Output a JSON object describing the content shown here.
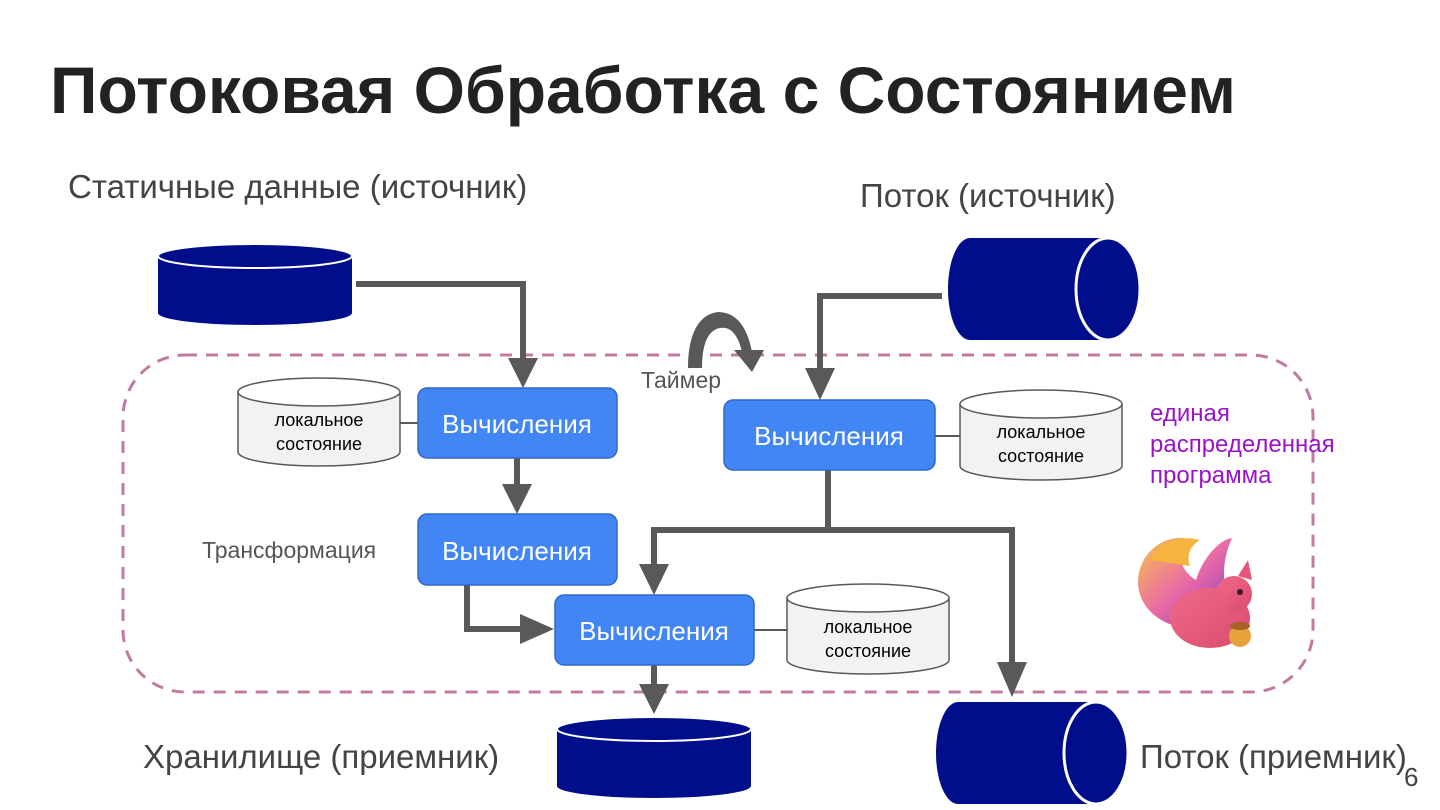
{
  "title": "Потоковая Обработка с Состоянием",
  "labels": {
    "static_source": "Статичные данные (источник)",
    "stream_source": "Поток (источник)",
    "storage_sink": "Хранилище (приемник)",
    "stream_sink": "Поток (приемник)",
    "timer": "Таймер",
    "transform": "Трансформация",
    "program_line1": "единая",
    "program_line2": "распределенная",
    "program_line3": "программа"
  },
  "compute_label": "Вычисления",
  "state_line1": "локальное",
  "state_line2": "состояние",
  "page_number": "6",
  "colors": {
    "compute_fill": "#4285f4",
    "db_fill": "#000e8c",
    "arrow": "#595959",
    "boundary": "#c27ba0",
    "program_text": "#9a12c9"
  },
  "icons": {
    "logo": "squirrel-logo-icon",
    "timer": "curved-arrow-icon"
  }
}
